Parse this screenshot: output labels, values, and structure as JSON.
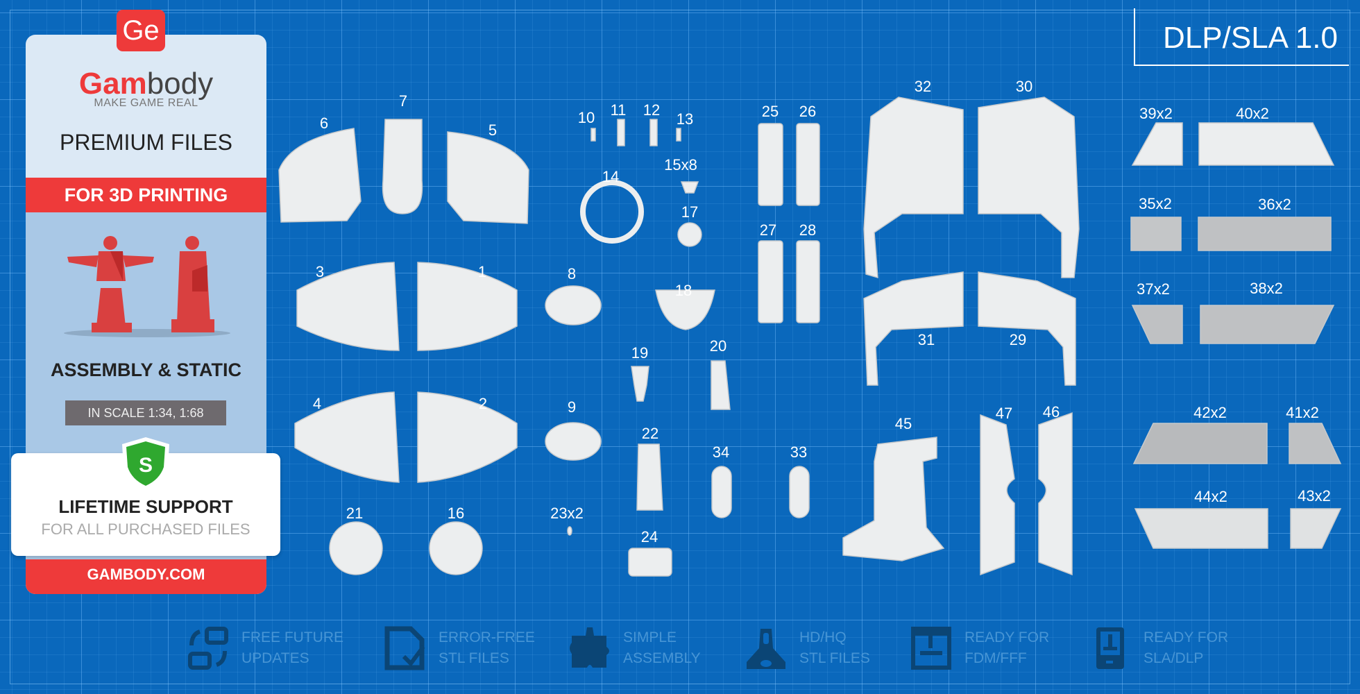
{
  "logo": {
    "mark": "Ge",
    "brand_bold": "Gam",
    "brand_rest": "body",
    "tagline": "MAKE GAME REAL"
  },
  "panel": {
    "premium": "PREMIUM FILES",
    "for_printing": "FOR 3D PRINTING",
    "assembly": "ASSEMBLY & STATIC",
    "scale": "IN SCALE 1:34, 1:68",
    "support_icon_letter": "S",
    "support_title": "LIFETIME SUPPORT",
    "support_sub": "FOR ALL PURCHASED FILES",
    "website": "GAMBODY.COM"
  },
  "version": "DLP/SLA 1.0",
  "parts": [
    "6",
    "7",
    "5",
    "10",
    "11",
    "12",
    "13",
    "14",
    "15x8",
    "17",
    "25",
    "26",
    "27",
    "28",
    "32",
    "30",
    "31",
    "29",
    "3",
    "1",
    "8",
    "18",
    "19",
    "20",
    "4",
    "2",
    "9",
    "22",
    "34",
    "33",
    "23x2",
    "24",
    "21",
    "16",
    "45",
    "47",
    "46",
    "39x2",
    "40x2",
    "35x2",
    "36x2",
    "37x2",
    "38x2",
    "42x2",
    "41x2",
    "44x2",
    "43x2"
  ],
  "features": [
    {
      "icon": "refresh-icon",
      "line1": "FREE FUTURE",
      "line2": "UPDATES"
    },
    {
      "icon": "file-check-icon",
      "line1": "ERROR-FREE",
      "line2": "STL FILES"
    },
    {
      "icon": "puzzle-icon",
      "line1": "SIMPLE",
      "line2": "ASSEMBLY"
    },
    {
      "icon": "helmet-icon",
      "line1": "HD/HQ",
      "line2": "STL FILES"
    },
    {
      "icon": "fdm-printer-icon",
      "line1": "READY FOR",
      "line2": "FDM/FFF"
    },
    {
      "icon": "sla-printer-icon",
      "line1": "READY FOR",
      "line2": "SLA/DLP"
    }
  ],
  "colors": {
    "background": "#0a68bc",
    "accent": "#ee3a3a",
    "support_green": "#2fa82f"
  }
}
